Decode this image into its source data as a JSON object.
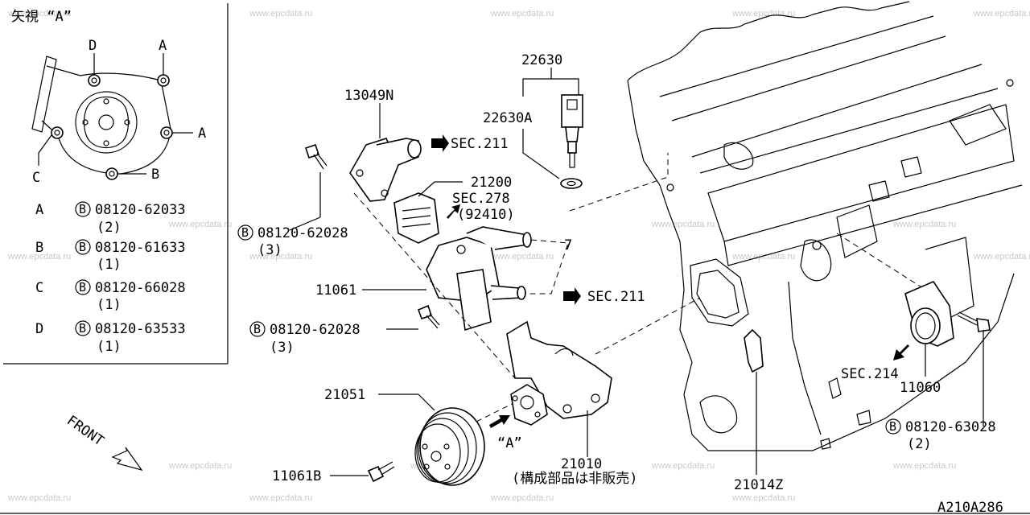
{
  "watermark": "www.epcdata.ru",
  "inset": {
    "title": "矢視 “A”",
    "pos_labels": [
      "D",
      "A",
      "A",
      "C",
      "B"
    ],
    "bolt_table": [
      {
        "pos": "A",
        "part": "08120-62033",
        "qty": "(2)"
      },
      {
        "pos": "B",
        "part": "08120-61633",
        "qty": "(1)"
      },
      {
        "pos": "C",
        "part": "08120-66028",
        "qty": "(1)"
      },
      {
        "pos": "D",
        "part": "08120-63533",
        "qty": "(1)"
      }
    ]
  },
  "labels": {
    "p22630": "22630",
    "p22630a": "22630A",
    "p13049n": "13049N",
    "p21200": "21200",
    "sec278": "SEC.278",
    "p92410": "(92410)",
    "sec211_top": "SEC.211",
    "sec211_mid": "SEC.211",
    "bolt_62028_a": "08120-62028",
    "qty_a": "(3)",
    "p11061": "11061",
    "bolt_62028_b": "08120-62028",
    "qty_b": "(3)",
    "p21051": "21051",
    "view_a": "“A”",
    "front": "FRONT",
    "p11061b": "11061B",
    "p21010": "21010",
    "p21010_note": "(構成部品は非販売)",
    "p21014z": "21014Z",
    "sec214": "SEC.214",
    "p11060": "11060",
    "bolt_63028": "08120-63028",
    "qty_c": "(2)",
    "p7": "7",
    "diagram_code": "A210A286",
    "bolt_symbol": "B"
  }
}
